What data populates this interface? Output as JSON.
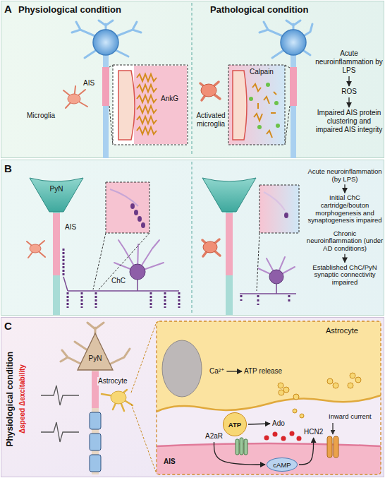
{
  "diagram": {
    "nodes": [
      {
        "text": [
          "Acute neuroinflammation by LPS"
        ]
      },
      {
        "text": [
          "ROS"
        ]
      },
      {
        "text": [
          "Impaired AIS protein clustering and impaired AIS integrity"
        ]
      },
      {
        "text": [
          "Acute neuroinflammation (by LPS)"
        ]
      },
      {
        "text": [
          "Initial ChC cartridge/bouton morphogenesis and synaptogenesis impaired"
        ]
      },
      {
        "text": [
          "Chronic neuroinflammation (under AD conditions)"
        ]
      },
      {
        "text": [
          "Established ChC/PyN synaptic connectivity impaired"
        ]
      },
      {
        "text": [
          "Ca²⁺"
        ]
      },
      {
        "text": [
          "ATP release"
        ]
      },
      {
        "text": [
          "ATP"
        ]
      },
      {
        "text": [
          "Ado"
        ]
      },
      {
        "text": [
          "A2aR"
        ]
      },
      {
        "text": [
          "cAMP"
        ]
      },
      {
        "text": [
          "HCN2"
        ]
      }
    ],
    "edges": [
      {
        "from": 0,
        "to": 1,
        "arrow": "to"
      },
      {
        "from": 1,
        "to": 2,
        "arrow": "to"
      },
      {
        "from": 3,
        "to": 4,
        "arrow": "to"
      },
      {
        "from": 5,
        "to": 6,
        "arrow": "to"
      },
      {
        "from": 7,
        "to": 8,
        "arrow": "to"
      },
      {
        "from": 9,
        "to": 10,
        "arrow": "to"
      },
      {
        "from": 11,
        "to": 12,
        "arrow": "to"
      },
      {
        "from": 12,
        "to": 13,
        "arrow": "to"
      }
    ],
    "labels": [
      "A",
      "Physiological condition",
      "Pathological condition",
      "AIS",
      "AnkG",
      "Microglia",
      "Calpain",
      "Activated microglia",
      "B",
      "PyN",
      "AIS",
      "ChC",
      "C",
      "Physiological condition",
      "Δspeed Δexcitability",
      "PyN",
      "Astrocyte",
      "Astrocyte",
      "Inward current",
      "AIS"
    ]
  }
}
